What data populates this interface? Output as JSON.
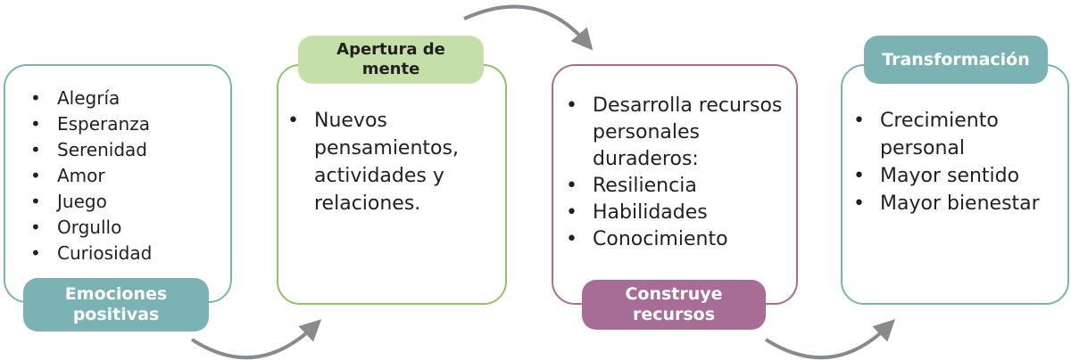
{
  "colors": {
    "teal": "#7bb3b5",
    "green": "#8ec26b",
    "green_fill": "#c5dfa9",
    "purple": "#a86d97",
    "arrow": "#888b8d"
  },
  "stages": [
    {
      "label": "Emociones positivas",
      "items": [
        "Alegría",
        "Esperanza",
        "Serenidad",
        "Amor",
        "Juego",
        "Orgullo",
        "Curiosidad"
      ]
    },
    {
      "label": "Apertura de mente",
      "items": [
        "Nuevos pensamientos, actividades y relaciones."
      ]
    },
    {
      "label": "Construye recursos",
      "items": [
        "Desarrolla recursos personales duraderos:",
        "Resiliencia",
        "Habilidades",
        "Conocimiento"
      ]
    },
    {
      "label": "Transformación",
      "items": [
        "Crecimiento personal",
        "Mayor sentido",
        "Mayor bienestar"
      ]
    }
  ]
}
